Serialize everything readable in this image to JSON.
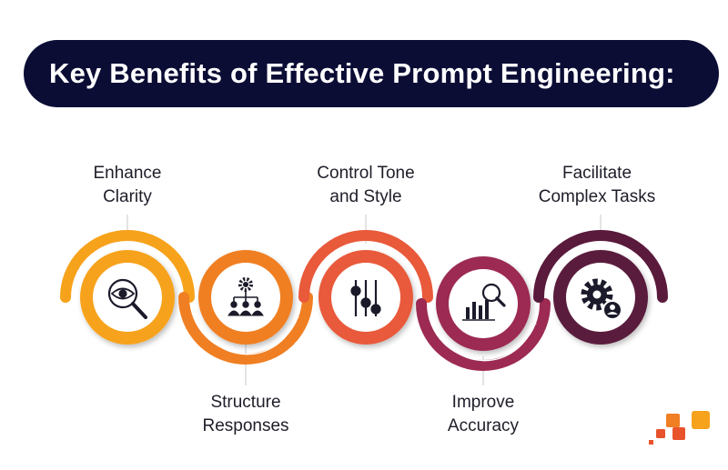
{
  "title": "Key Benefits of Effective Prompt Engineering:",
  "benefits": [
    {
      "line1": "Enhance",
      "line2": "Clarity",
      "icon": "eye-magnifier-icon",
      "color": "#f7a21b"
    },
    {
      "line1": "Structure",
      "line2": "Responses",
      "icon": "hierarchy-gear-icon",
      "color": "#f07f24"
    },
    {
      "line1": "Control Tone",
      "line2": "and Style",
      "icon": "sliders-icon",
      "color": "#e85a3a"
    },
    {
      "line1": "Improve",
      "line2": "Accuracy",
      "icon": "chart-magnifier-icon",
      "color": "#9c2a52"
    },
    {
      "line1": "Facilitate",
      "line2": "Complex Tasks",
      "icon": "gear-user-icon",
      "color": "#5a1a3c"
    }
  ],
  "colors": {
    "title_bg": "#0b0d35",
    "logo_light": "#f7a21b",
    "logo_dark": "#e8532c"
  }
}
